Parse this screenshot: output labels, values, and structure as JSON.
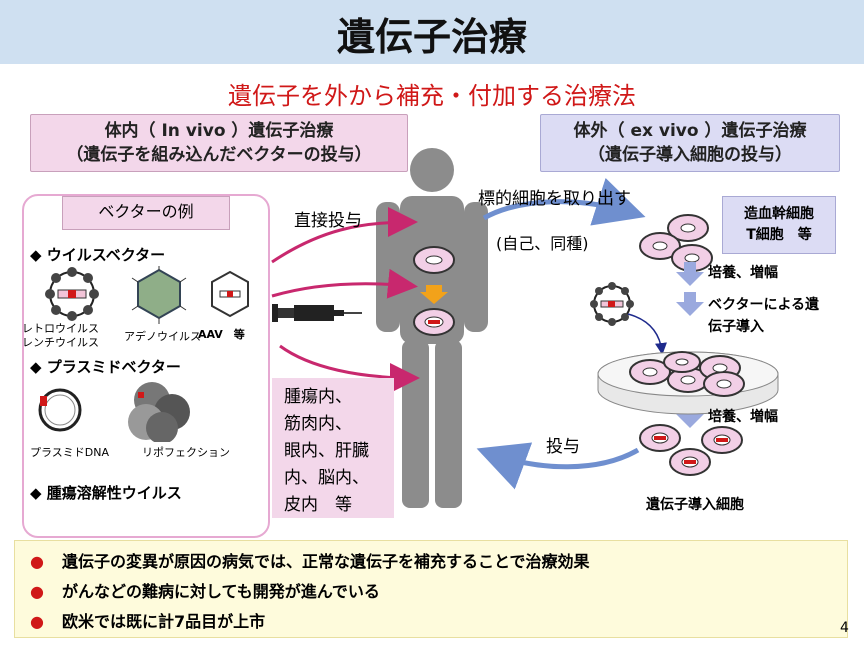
{
  "title": "遺伝子治療",
  "subtitle": "遺伝子を外から補充・付加する治療法",
  "in_vivo": {
    "header_line1": "体内（ In vivo ）遺伝子治療",
    "header_line2": "（遺伝子を組み込んだベクターの投与）",
    "vector_examples_label": "ベクターの例",
    "virus_vector_heading": "◆ ウイルスベクター",
    "retro_lenti_line1": "レトロウイルス",
    "retro_lenti_line2": "レンチウイルス",
    "adeno_label": "アデノウイルス",
    "aav_label": "AAV　等",
    "plasmid_heading": "◆ プラスミドベクター",
    "plasmid_dna_label": "プラスミドDNA",
    "lipofection_label": "リポフェクション",
    "oncolytic_heading": "◆ 腫瘍溶解性ウイルス",
    "direct_admin_label": "直接投与",
    "sites_text": "腫瘍内、\n筋肉内、\n眼内、肝臓\n内、脳内、\n皮内　等"
  },
  "ex_vivo": {
    "header_line1": "体外（ ex vivo ）遺伝子治療",
    "header_line2": "（遺伝子導入細胞の投与）",
    "extract_label": "標的細胞を取り出す",
    "autologous_label": "(自己、同種)",
    "cells_line1": "造血幹細胞",
    "cells_line2": "T細胞　等",
    "culture_label_1": "培養、増幅",
    "vector_intro_line1": "ベクターによる遺",
    "vector_intro_line2": "伝子導入",
    "culture_label_2": "培養、増幅",
    "administration_label": "投与",
    "transduced_cells_label": "遺伝子導入細胞"
  },
  "bullets": [
    "遺伝子の変異が原因の病気では、正常な遺伝子を補充することで治療効果",
    "がんなどの難病に対しても開発が進んでいる",
    "欧米では既に計7品目が上市"
  ],
  "page_number": "4",
  "colors": {
    "title_bg": "#cfe0f1",
    "subtitle": "#d01818",
    "in_vivo_box": "#f3d7ea",
    "ex_vivo_box": "#dcdcf4",
    "bullet_bg": "#fefbdc",
    "body_silhouette": "#8c8c8c",
    "arrow_magenta": "#c8286e",
    "arrow_blue": "#6f8fcf",
    "down_arrow": "#9aa9de"
  }
}
